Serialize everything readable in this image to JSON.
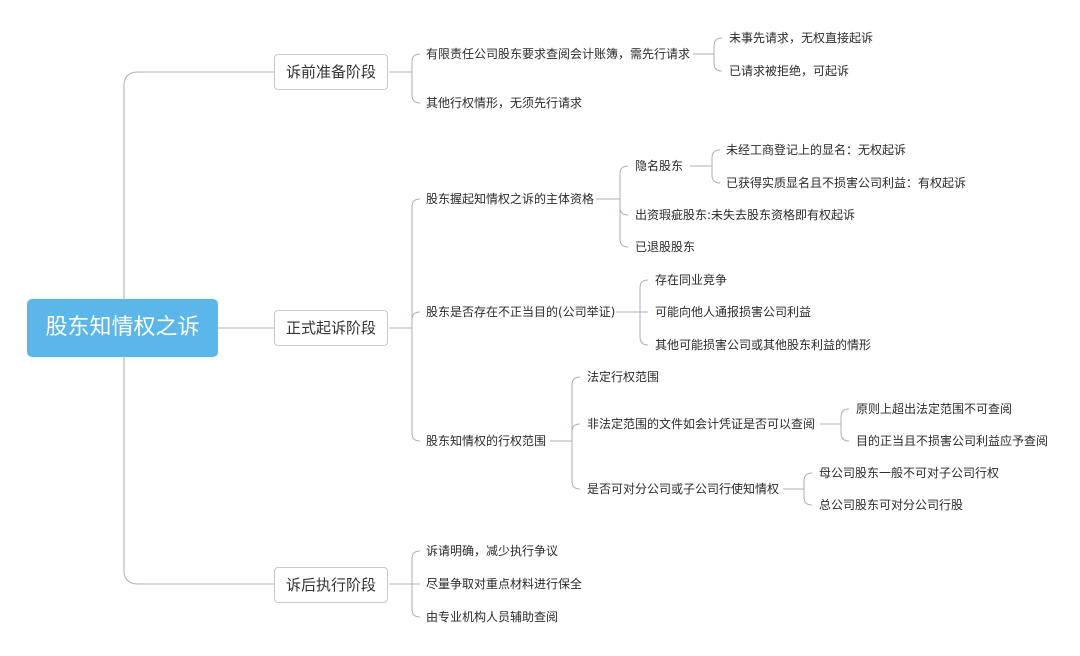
{
  "root": "股东知情权之诉",
  "stages": [
    {
      "label": "诉前准备阶段",
      "items": [
        {
          "text": "有限责任公司股东要求查阅会计账簿，需先行请求",
          "children": [
            {
              "text": "未事先请求，无权直接起诉"
            },
            {
              "text": "已请求被拒绝，可起诉"
            }
          ]
        },
        {
          "text": "其他行权情形，无须先行请求"
        }
      ]
    },
    {
      "label": "正式起诉阶段",
      "items": [
        {
          "text": "股东握起知情权之诉的主体资格",
          "children": [
            {
              "text": "隐名股东",
              "children": [
                {
                  "text": "未经工商登记上的显名：无权起诉"
                },
                {
                  "text": "已获得实质显名且不损害公司利益：有权起诉"
                }
              ]
            },
            {
              "text": "出资瑕疵股东:未失去股东资格即有权起诉"
            },
            {
              "text": "已退股股东"
            }
          ]
        },
        {
          "text": "股东是否存在不正当目的(公司举证)",
          "children": [
            {
              "text": "存在同业竞争"
            },
            {
              "text": "可能向他人通报损害公司利益"
            },
            {
              "text": "其他可能损害公司或其他股东利益的情形"
            }
          ]
        },
        {
          "text": "股东知情权的行权范围",
          "children": [
            {
              "text": "法定行权范围"
            },
            {
              "text": "非法定范围的文件如会计凭证是否可以查阅",
              "children": [
                {
                  "text": "原则上超出法定范围不可查阅"
                },
                {
                  "text": "目的正当且不损害公司利益应予查阅"
                }
              ]
            },
            {
              "text": "是否可对分公司或子公司行使知情权",
              "children": [
                {
                  "text": "母公司股东一般不可对子公司行权"
                },
                {
                  "text": "总公司股东可对分公司行股"
                }
              ]
            }
          ]
        }
      ]
    },
    {
      "label": "诉后执行阶段",
      "items": [
        {
          "text": "诉请明确，减少执行争议"
        },
        {
          "text": "尽量争取对重点材料进行保全"
        },
        {
          "text": "由专业机构人员辅助查阅"
        }
      ]
    }
  ]
}
